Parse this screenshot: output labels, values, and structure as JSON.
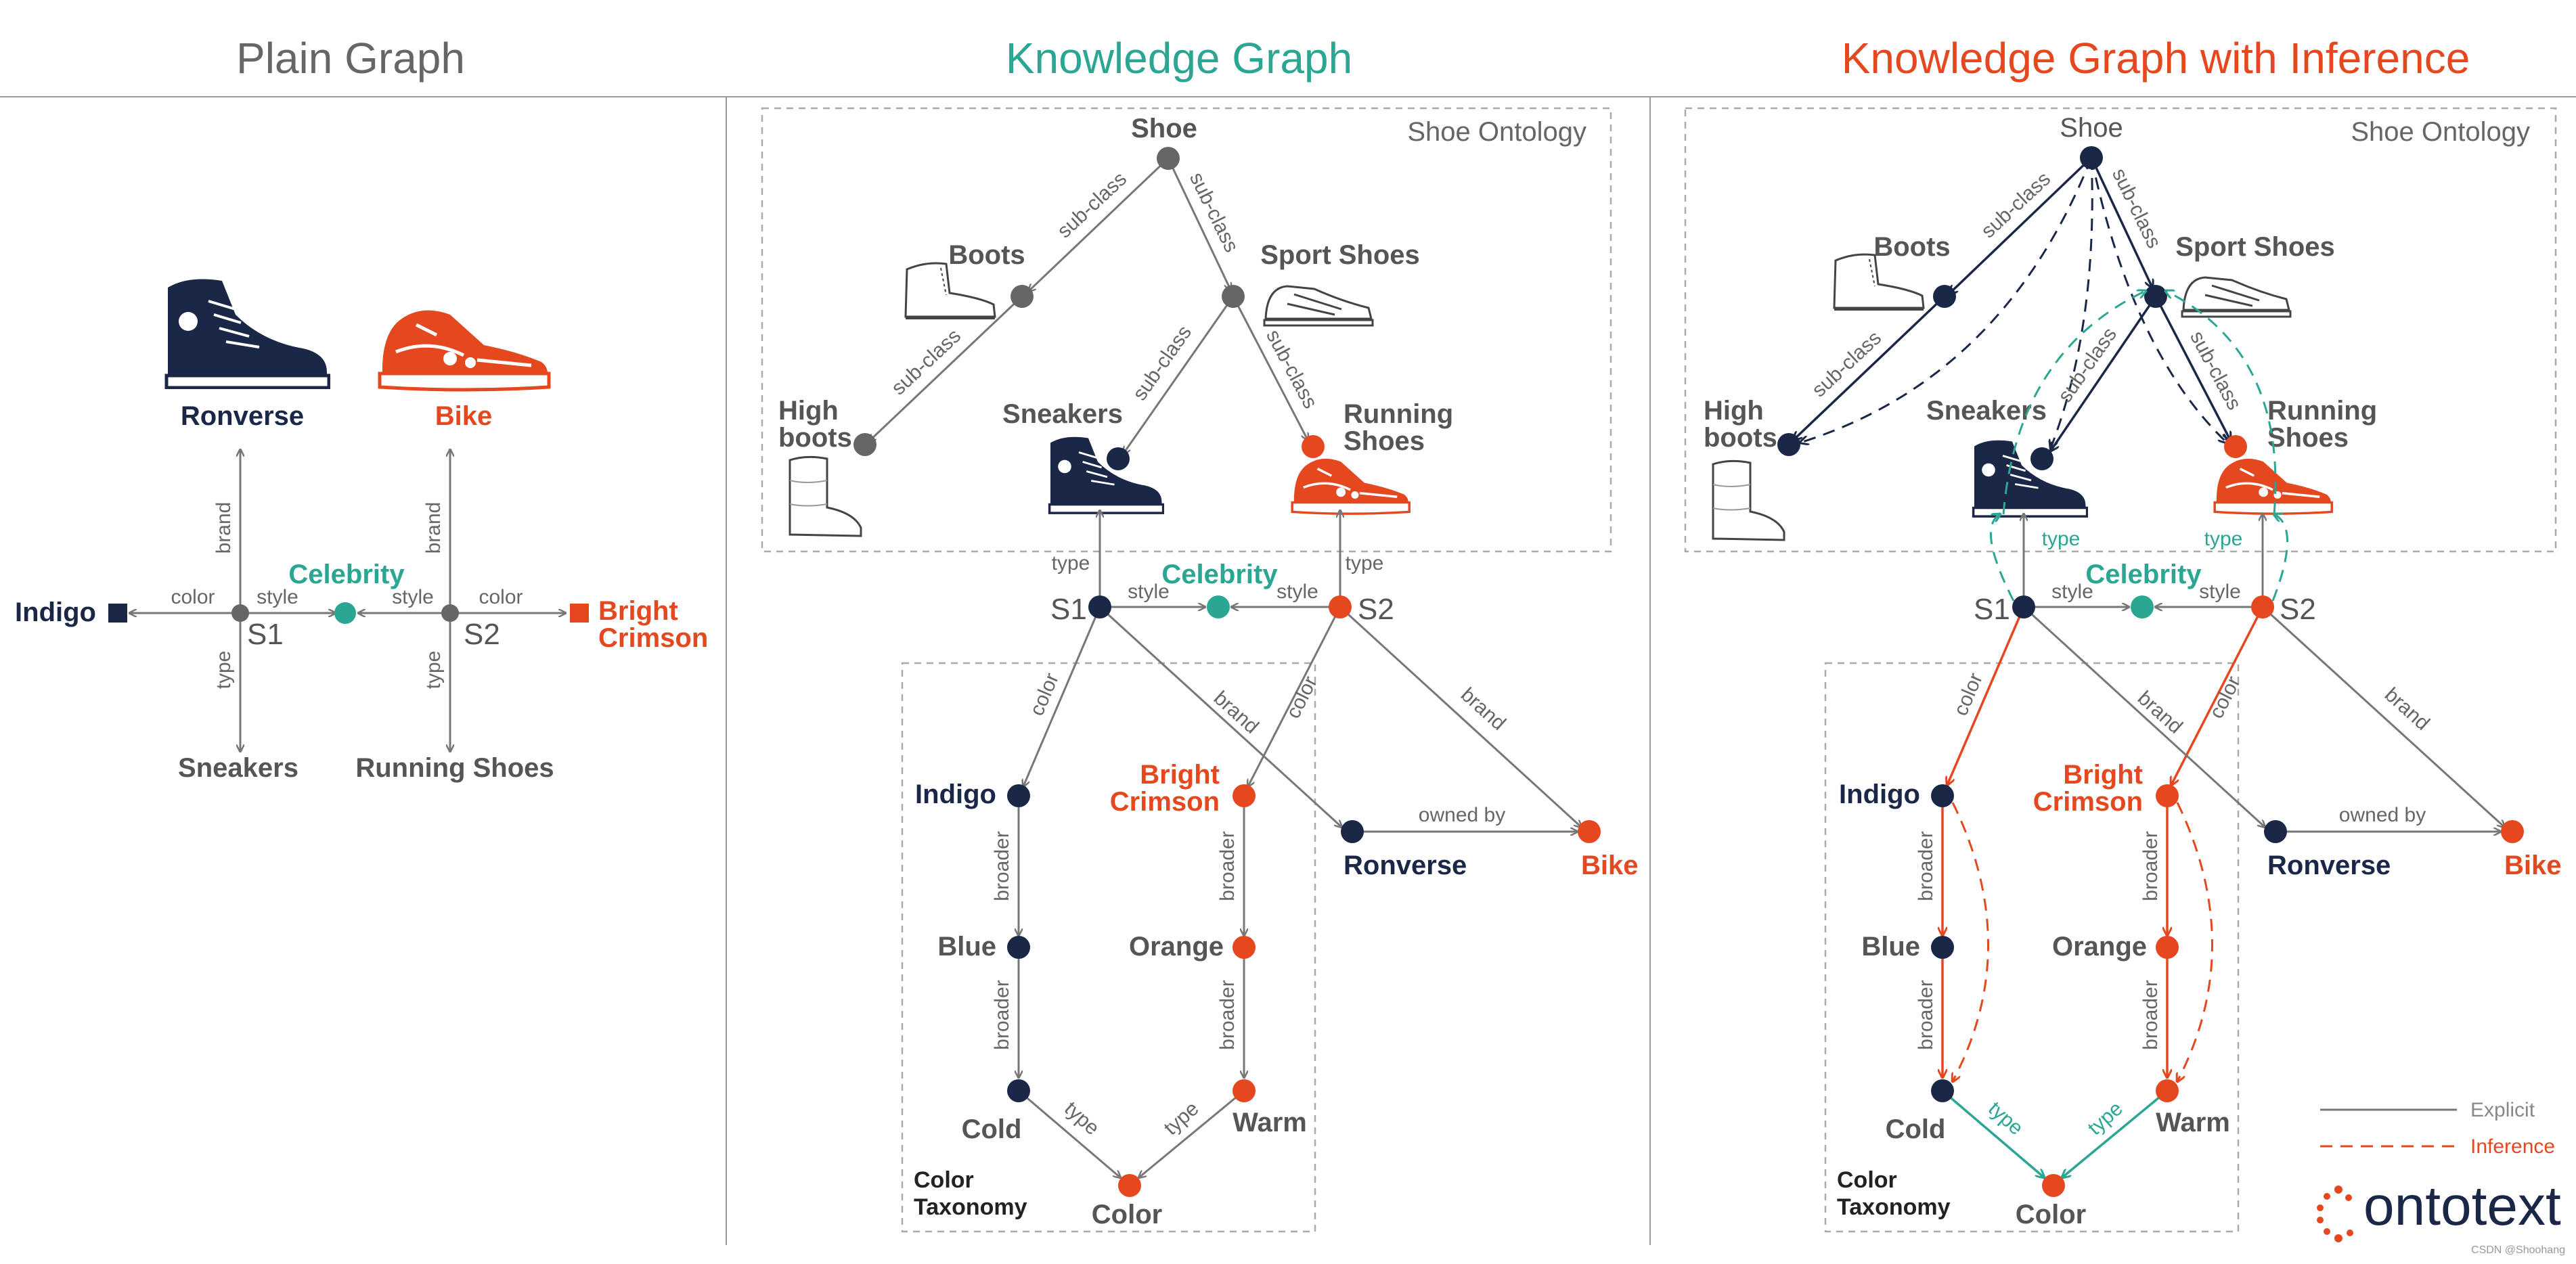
{
  "titles": {
    "plain": "Plain Graph",
    "kg": "Knowledge Graph",
    "kgi": "Knowledge Graph with Inference"
  },
  "colors": {
    "navy": "#1a2747",
    "red": "#e5471f",
    "teal": "#2aa693",
    "gray": "#666666"
  },
  "plain": {
    "ronverse": "Ronverse",
    "bike": "Bike",
    "celebrity": "Celebrity",
    "indigo": "Indigo",
    "bright": "Bright",
    "crimson": "Crimson",
    "s1": "S1",
    "s2": "S2",
    "sneakers": "Sneakers",
    "running_shoes": "Running Shoes",
    "edge_brand": "brand",
    "edge_color": "color",
    "edge_style": "style",
    "edge_type": "type"
  },
  "kg": {
    "shoe": "Shoe",
    "ontology": "Shoe Ontology",
    "boots": "Boots",
    "sport_shoes": "Sport Shoes",
    "high": "High",
    "boots2": "boots",
    "sneakers": "Sneakers",
    "running": "Running",
    "shoes": "Shoes",
    "celebrity": "Celebrity",
    "s1": "S1",
    "s2": "S2",
    "indigo": "Indigo",
    "bright": "Bright",
    "crimson": "Crimson",
    "blue": "Blue",
    "orange": "Orange",
    "cold": "Cold",
    "warm": "Warm",
    "color": "Color",
    "taxonomy1": "Color",
    "taxonomy2": "Taxonomy",
    "ronverse": "Ronverse",
    "bike": "Bike",
    "owned_by": "owned by",
    "edge_subclass": "sub-class",
    "edge_type": "type",
    "edge_style": "style",
    "edge_color": "color",
    "edge_brand": "brand",
    "edge_broader": "broader"
  },
  "legend": {
    "explicit": "Explicit",
    "inference": "Inference"
  },
  "logo": {
    "text": "ontotext"
  },
  "credit": "CSDN @Shoohang",
  "icons": {
    "high_top_sneaker": "navy-high-top-sneaker-icon",
    "running_shoe": "red-running-shoe-icon",
    "boot": "boot-icon",
    "sport_shoe": "sport-shoe-icon",
    "ugg_boot": "high-boot-icon"
  }
}
